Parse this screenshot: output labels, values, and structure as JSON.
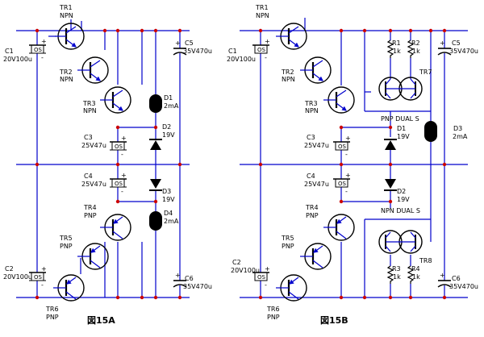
{
  "panels": [
    {
      "id": "A",
      "caption": "図15A",
      "tr1": {
        "ref": "TR1",
        "type": "NPN"
      },
      "tr2": {
        "ref": "TR2",
        "type": "NPN"
      },
      "tr3": {
        "ref": "TR3",
        "type": "NPN"
      },
      "tr4": {
        "ref": "TR4",
        "type": "PNP"
      },
      "tr5": {
        "ref": "TR5",
        "type": "PNP"
      },
      "tr6": {
        "ref": "TR6",
        "type": "PNP"
      },
      "c1": {
        "ref": "C1",
        "value": "20V100u",
        "tag": "OS"
      },
      "c2": {
        "ref": "C2",
        "value": "20V100u",
        "tag": "OS"
      },
      "c3": {
        "ref": "C3",
        "value": "25V47u",
        "tag": "OS"
      },
      "c4": {
        "ref": "C4",
        "value": "25V47u",
        "tag": "OS"
      },
      "c5": {
        "ref": "C5",
        "value": "35V470u"
      },
      "c6": {
        "ref": "C6",
        "value": "35V470u"
      },
      "d1": {
        "ref": "D1",
        "value": "2mA"
      },
      "d2": {
        "ref": "D2",
        "value": "19V"
      },
      "d3": {
        "ref": "D3",
        "value": "19V"
      },
      "d4": {
        "ref": "D4",
        "value": "2mA"
      },
      "plus": "+",
      "minus": "-"
    },
    {
      "id": "B",
      "caption": "図15B",
      "tr1": {
        "ref": "TR1",
        "type": "NPN"
      },
      "tr2": {
        "ref": "TR2",
        "type": "NPN"
      },
      "tr3": {
        "ref": "TR3",
        "type": "NPN"
      },
      "tr4": {
        "ref": "TR4",
        "type": "PNP"
      },
      "tr5": {
        "ref": "TR5",
        "type": "PNP"
      },
      "tr6": {
        "ref": "TR6",
        "type": "PNP"
      },
      "tr7": {
        "ref": "TR7",
        "type": "PNP DUAL S"
      },
      "tr8": {
        "ref": "TR8",
        "type": "NPN DUAL S"
      },
      "c1": {
        "ref": "C1",
        "value": "20V100u",
        "tag": "OS"
      },
      "c2": {
        "ref": "C2",
        "value": "20V100u",
        "tag": "OS"
      },
      "c3": {
        "ref": "C3",
        "value": "25V47u",
        "tag": "OS"
      },
      "c4": {
        "ref": "C4",
        "value": "25V47u",
        "tag": "OS"
      },
      "c5": {
        "ref": "C5",
        "value": "35V470u"
      },
      "c6": {
        "ref": "C6",
        "value": "35V470u"
      },
      "d1": {
        "ref": "D1",
        "value": "19V"
      },
      "d2": {
        "ref": "D2",
        "value": "19V"
      },
      "d3": {
        "ref": "D3",
        "value": "2mA"
      },
      "r1": {
        "ref": "R1",
        "value": "1k"
      },
      "r2": {
        "ref": "R2",
        "value": "1k"
      },
      "r3": {
        "ref": "R3",
        "value": "1k"
      },
      "r4": {
        "ref": "R4",
        "value": "1k"
      },
      "plus": "+",
      "minus": "-"
    }
  ],
  "colors": {
    "wire": "#0000cc",
    "node": "#cc0000",
    "device": "#000000",
    "background": "#ffffff"
  }
}
